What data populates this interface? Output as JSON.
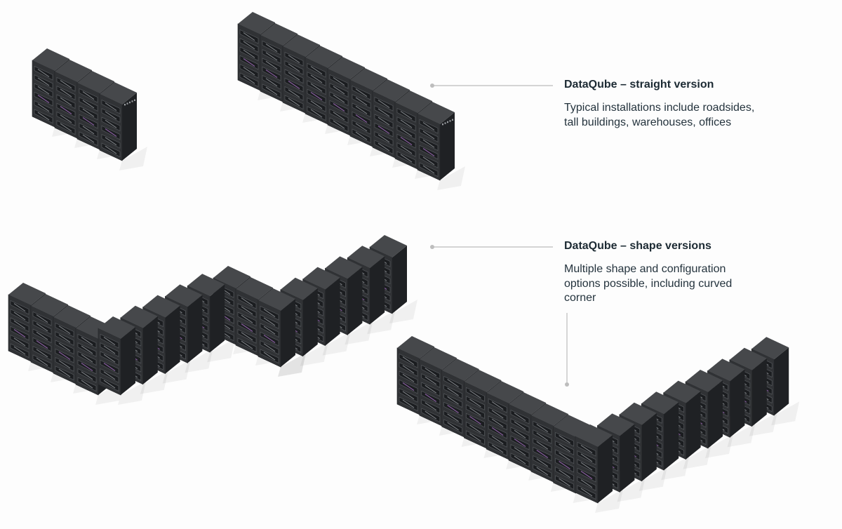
{
  "annotations": [
    {
      "id": "straight",
      "title": "DataQube – straight version",
      "description": "Typical installations include roadsides, tall buildings, warehouses, offices"
    },
    {
      "id": "shape",
      "title": "DataQube – shape versions",
      "description": "Multiple shape and configuration options possible, including curved corner"
    }
  ],
  "colors": {
    "cabinet_top": "#46484b",
    "cabinet_front": "#303235",
    "cabinet_side": "#1f2124",
    "accent_purple": "#8a5fa0",
    "leader_line": "#bdbdbd",
    "text": "#1c2a33"
  }
}
